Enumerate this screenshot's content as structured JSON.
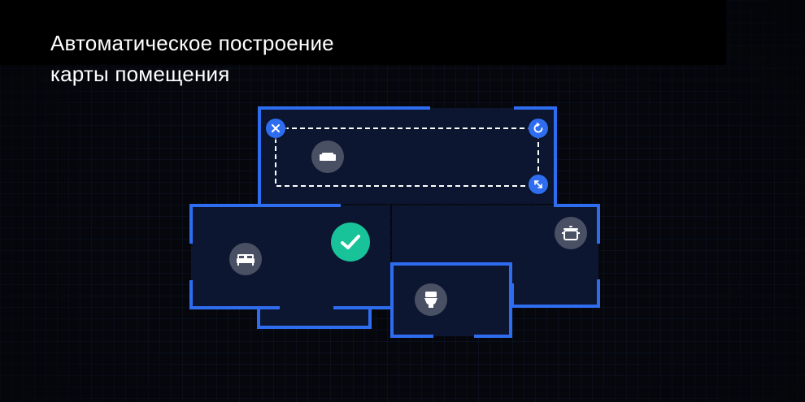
{
  "title": {
    "line1": "Автоматическое построение",
    "line2": "карты помещения"
  },
  "colors": {
    "background": "#05070d",
    "room_fill": "#0c1630",
    "wall": "#2f6df0",
    "accent_blue": "#2f6df0",
    "confirm_green": "#19c39a",
    "icon_badge": "#4a5064",
    "selection_dash": "#ffffff"
  },
  "rooms": [
    {
      "name": "living-room",
      "icon": "sofa-icon"
    },
    {
      "name": "bedroom",
      "icon": "bed-icon"
    },
    {
      "name": "kitchen",
      "icon": "pot-icon"
    },
    {
      "name": "bathroom",
      "icon": "toilet-icon"
    }
  ],
  "selection_controls": {
    "delete": "close-icon",
    "rotate": "rotate-icon",
    "resize": "resize-icon"
  },
  "confirm": "checkmark-icon"
}
